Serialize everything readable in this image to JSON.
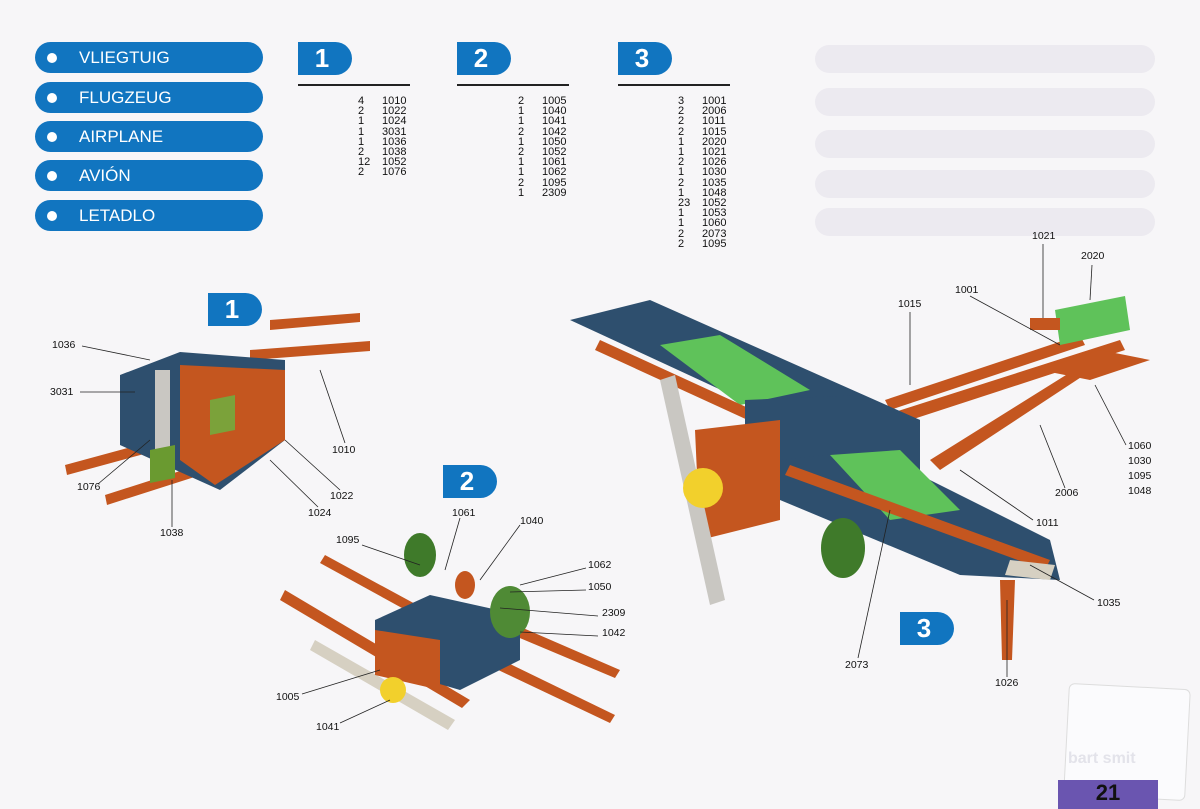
{
  "title_pills": [
    "VLIEGTUIG",
    "FLUGZEUG",
    "AIRPLANE",
    "AVIÓN",
    "LETADLO"
  ],
  "steps": [
    {
      "number": "1",
      "parts": [
        [
          "4",
          "1010"
        ],
        [
          "2",
          "1022"
        ],
        [
          "1",
          "1024"
        ],
        [
          "1",
          "3031"
        ],
        [
          "1",
          "1036"
        ],
        [
          "2",
          "1038"
        ],
        [
          "12",
          "1052"
        ],
        [
          "2",
          "1076"
        ]
      ]
    },
    {
      "number": "2",
      "parts": [
        [
          "2",
          "1005"
        ],
        [
          "1",
          "1040"
        ],
        [
          "1",
          "1041"
        ],
        [
          "2",
          "1042"
        ],
        [
          "1",
          "1050"
        ],
        [
          "2",
          "1052"
        ],
        [
          "1",
          "1061"
        ],
        [
          "1",
          "1062"
        ],
        [
          "2",
          "1095"
        ],
        [
          "1",
          "2309"
        ]
      ]
    },
    {
      "number": "3",
      "parts": [
        [
          "3",
          "1001"
        ],
        [
          "2",
          "2006"
        ],
        [
          "2",
          "1011"
        ],
        [
          "2",
          "1015"
        ],
        [
          "1",
          "2020"
        ],
        [
          "1",
          "1021"
        ],
        [
          "2",
          "1026"
        ],
        [
          "1",
          "1030"
        ],
        [
          "2",
          "1035"
        ],
        [
          "1",
          "1048"
        ],
        [
          "23",
          "1052"
        ],
        [
          "1",
          "1053"
        ],
        [
          "1",
          "1060"
        ],
        [
          "2",
          "2073"
        ],
        [
          "2",
          "1095"
        ]
      ]
    }
  ],
  "callouts": {
    "model1": [
      "1036",
      "3031",
      "1076",
      "1038",
      "1024",
      "1022",
      "1010"
    ],
    "model2": [
      "1061",
      "1040",
      "1095",
      "1062",
      "1050",
      "2309",
      "1042",
      "1005",
      "1041"
    ],
    "model3": [
      "1021",
      "2020",
      "1001",
      "1015",
      "1060",
      "1030",
      "1095",
      "1048",
      "2006",
      "1011",
      "1035",
      "2073",
      "1026"
    ]
  },
  "corner": {
    "ghost_text": "bart smit",
    "page_number": "21"
  },
  "colors": {
    "blue": "#1175c0",
    "orange": "#c4561f",
    "navy": "#2e4f6e",
    "green": "#5fc25a",
    "yellow": "#f2d02c"
  }
}
